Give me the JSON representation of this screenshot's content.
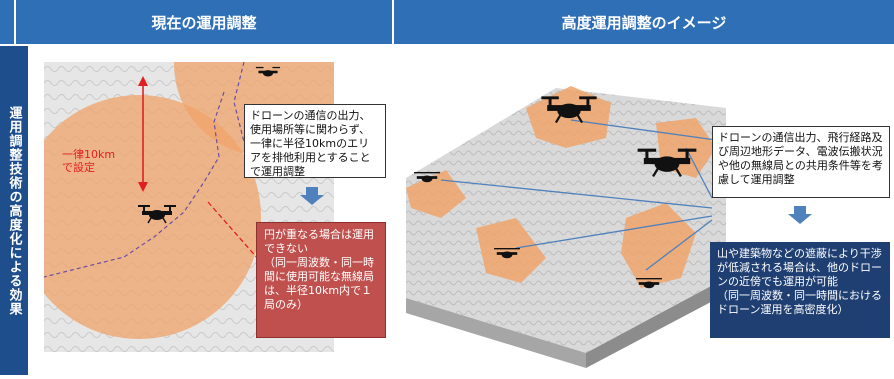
{
  "left_header": {
    "title": "現在の運用調整"
  },
  "right_header": {
    "title": "高度運用調整のイメージ"
  },
  "sidebar": {
    "title": "運用調整技術の高度化による効果"
  },
  "left_panel": {
    "radius_label": "一律10km\nで設定",
    "callout_top": "ドローンの通信の出力、使用場所等に関わらず、一律に半径10kmのエリアを排他利用とすることで運用調整",
    "callout_bottom": "円が重なる場合は運用できない\n（同一周波数・同一時間に使用可能な無線局は、半径10km内で１局のみ）"
  },
  "right_panel": {
    "callout_top": "ドローンの通信出力、飛行経路及び周辺地形データ、電波伝搬状況や他の無線局との共用条件等を考慮して運用調整",
    "callout_bottom": "山や建築物などの遮蔽により干渉が低減される場合は、他のドローンの近傍でも運用が可能\n（同一周波数・同一時間におけるドローン運用を高密度化）"
  },
  "colors": {
    "header": "#2f6fb6",
    "sidebar": "#1f4e8c",
    "zone": "#f0a36a",
    "callout_red": "#c0504d",
    "callout_navy": "#1f3f73",
    "arrow": "#4f81bd"
  },
  "icons": [
    "drone-icon",
    "down-arrow-icon"
  ]
}
